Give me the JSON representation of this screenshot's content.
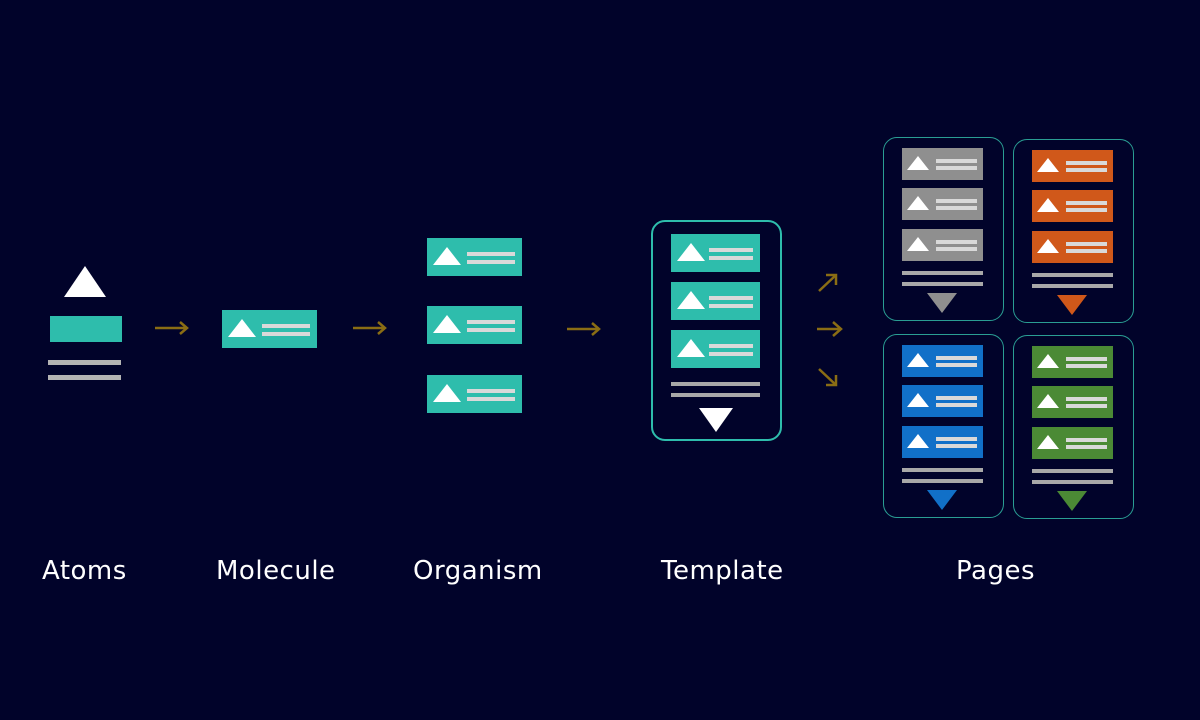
{
  "labels": {
    "atoms": "Atoms",
    "molecule": "Molecule",
    "organism": "Organism",
    "template": "Template",
    "pages": "Pages"
  },
  "colors": {
    "background": "#01032a",
    "teal": "#2ebdac",
    "arrow": "#8a6d14",
    "page_gray": "#8f8f8f",
    "page_orange": "#d0581a",
    "page_blue": "#1170c8",
    "page_green": "#4b8a35",
    "line_gray": "#b4b4b4"
  },
  "icons": [
    "triangle-up-icon",
    "triangle-down-icon",
    "arrow-right-icon",
    "arrow-up-right-icon",
    "arrow-down-right-icon"
  ]
}
